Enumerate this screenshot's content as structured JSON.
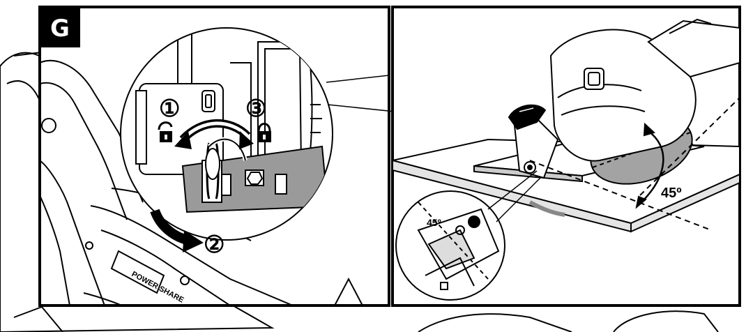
{
  "figure": {
    "label": "G",
    "steps": {
      "one": "①",
      "two": "②",
      "three": "③"
    },
    "angle_main": "45º",
    "angle_detail": "45º",
    "brand_logo": "POWER SHARE"
  },
  "colors": {
    "ink": "#000000",
    "paper": "#ffffff",
    "plate": "#9a9a9a",
    "blade_gray": "#a3a3a3",
    "light_gray": "#d0d0d0"
  },
  "icons": {
    "unlock": "unlock-icon",
    "lock": "lock-icon",
    "rotate": "curved-double-arrow-icon",
    "press": "curved-arrow-icon"
  }
}
